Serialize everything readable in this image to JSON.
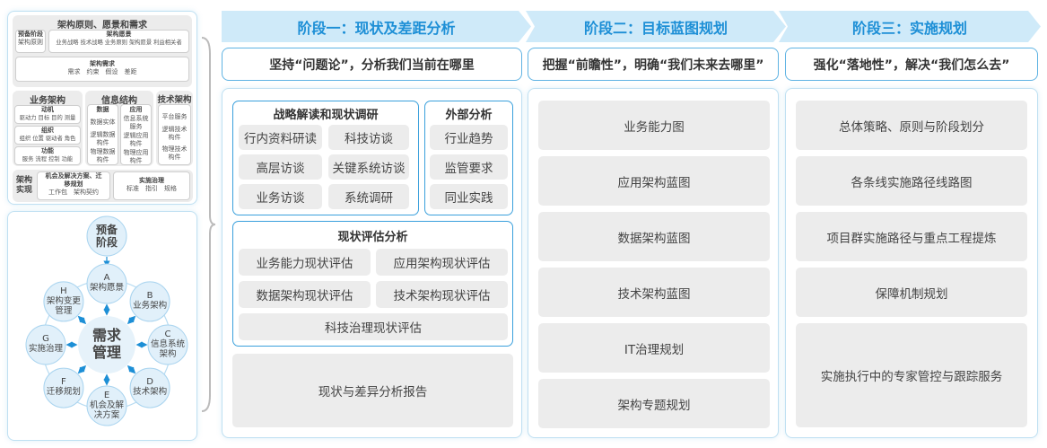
{
  "left_top": {
    "title": "架构原则、愿景和需求",
    "prep": {
      "title": "预备阶段",
      "items": "架构原则"
    },
    "vision": {
      "title": "架构愿景",
      "items": "业务战略 技术战略 业务原则 架构愿景 利益相关者"
    },
    "req": {
      "title": "架构需求",
      "items": "需求　约束　假设　差距"
    },
    "biz": {
      "title": "业务架构",
      "blocks": [
        {
          "title": "动机",
          "items": "驱动力 目标 目的 测量"
        },
        {
          "title": "组织",
          "items": "组织 位置 驱动者 角色"
        },
        {
          "title": "功能",
          "items": "服务 流程 控制 功能"
        }
      ]
    },
    "info": {
      "title": "信息结构",
      "data": {
        "title": "数据",
        "items": [
          "数据实体",
          "逻辑数据构件",
          "物理数据构件"
        ]
      },
      "app": {
        "title": "应用",
        "items": [
          "信息系统服务",
          "逻辑应用构件",
          "物理应用构件"
        ]
      }
    },
    "tech": {
      "title": "技术架构",
      "items": [
        "平台服务",
        "逻辑技术构件",
        "物理技术构件"
      ]
    },
    "impl": {
      "title": "架构实现",
      "opp": {
        "title": "机会及解决方案、迁移规划",
        "items": "工作包　架构契约"
      },
      "gov": {
        "title": "实施治理",
        "items": "标准　指引　规格"
      }
    }
  },
  "cycle": {
    "prep": "预备阶段",
    "center": "需求管理",
    "nodes": [
      {
        "letter": "A",
        "label": "架构愿景"
      },
      {
        "letter": "B",
        "label": "业务架构"
      },
      {
        "letter": "C",
        "label": "信息系统架构"
      },
      {
        "letter": "D",
        "label": "技术架构"
      },
      {
        "letter": "E",
        "label": "机会及解决方案"
      },
      {
        "letter": "F",
        "label": "迁移规划"
      },
      {
        "letter": "G",
        "label": "实施治理"
      },
      {
        "letter": "H",
        "label": "架构变更管理"
      }
    ]
  },
  "stages": [
    {
      "title": "阶段一：现状及差距分析",
      "subtitle": "坚持“问题论”，分析我们当前在哪里"
    },
    {
      "title": "阶段二：目标蓝图规划",
      "subtitle": "把握“前瞻性”，明确“我们未来去哪里”"
    },
    {
      "title": "阶段三：实施规划",
      "subtitle": "强化“落地性”，解决“我们怎么去”"
    }
  ],
  "stage1": {
    "strategy": {
      "title": "战略解读和现状调研",
      "items": [
        "行内资料研读",
        "科技访谈",
        "高层访谈",
        "关键系统访谈",
        "业务访谈",
        "系统调研"
      ]
    },
    "external": {
      "title": "外部分析",
      "items": [
        "行业趋势",
        "监管要求",
        "同业实践"
      ]
    },
    "assess": {
      "title": "现状评估分析",
      "items": [
        "业务能力现状评估",
        "应用架构现状评估",
        "数据架构现状评估",
        "技术架构现状评估",
        "科技治理现状评估"
      ]
    },
    "report": "现状与差异分析报告"
  },
  "stage2": {
    "items": [
      "业务能力图",
      "应用架构蓝图",
      "数据架构蓝图",
      "技术架构蓝图",
      "IT治理规划",
      "架构专题规划"
    ]
  },
  "stage3": {
    "items": [
      "总体策略、原则与阶段划分",
      "各条线实施路径线路图",
      "项目群实施路径与重点工程提炼",
      "保障机制规划",
      "实施执行中的专家管控与跟踪服务"
    ]
  },
  "colors": {
    "accent": "#1d8fd6",
    "stage_bg": "#cfeaf9",
    "item_bg": "#ececec",
    "circle": "#e1f0fa"
  }
}
